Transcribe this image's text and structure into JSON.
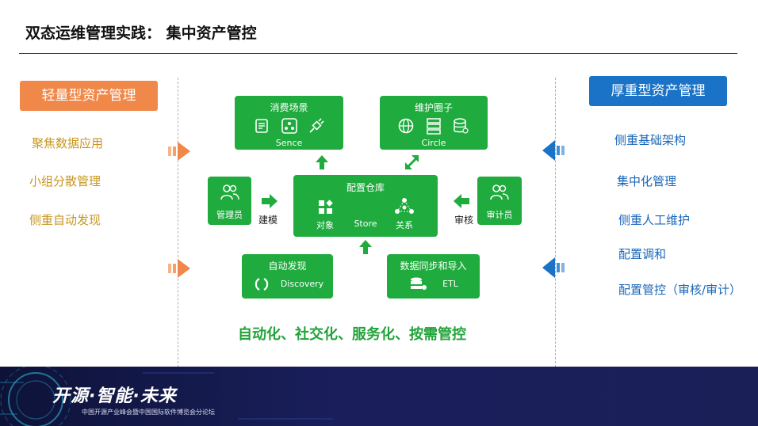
{
  "title": "双态运维管理实践： 集中资产管控",
  "left": {
    "header": "轻量型资产管理",
    "items": [
      "聚焦数据应用",
      "小组分散管理",
      "侧重自动发现"
    ]
  },
  "right": {
    "header": "厚重型资产管理",
    "items": [
      "侧重基础架构",
      "集中化管理",
      "侧重人工维护",
      "配置调和",
      "配置管控（审核/审计）"
    ]
  },
  "boxes": {
    "consume": {
      "title": "消费场景",
      "label": "Sence"
    },
    "circle": {
      "title": "维护圈子",
      "label": "Circle"
    },
    "repo": {
      "title": "配置仓库",
      "obj": "对象",
      "store": "Store",
      "rel": "关系"
    },
    "admin": {
      "label": "管理员"
    },
    "auditor": {
      "label": "审计员"
    },
    "discovery": {
      "title": "自动发现",
      "label": "Discovery"
    },
    "sync": {
      "title": "数据同步和导入",
      "label": "ETL"
    }
  },
  "labels": {
    "build": "建模",
    "review": "审核"
  },
  "slogan": "自动化、社交化、服务化、按需管控",
  "footer": {
    "main": "开源·智能·未来",
    "sub": "中国开源产业峰会暨中国国际软件博览会分论坛"
  },
  "colors": {
    "green": "#1fab3e",
    "orange": "#f0884a",
    "blue": "#1a73c6"
  }
}
